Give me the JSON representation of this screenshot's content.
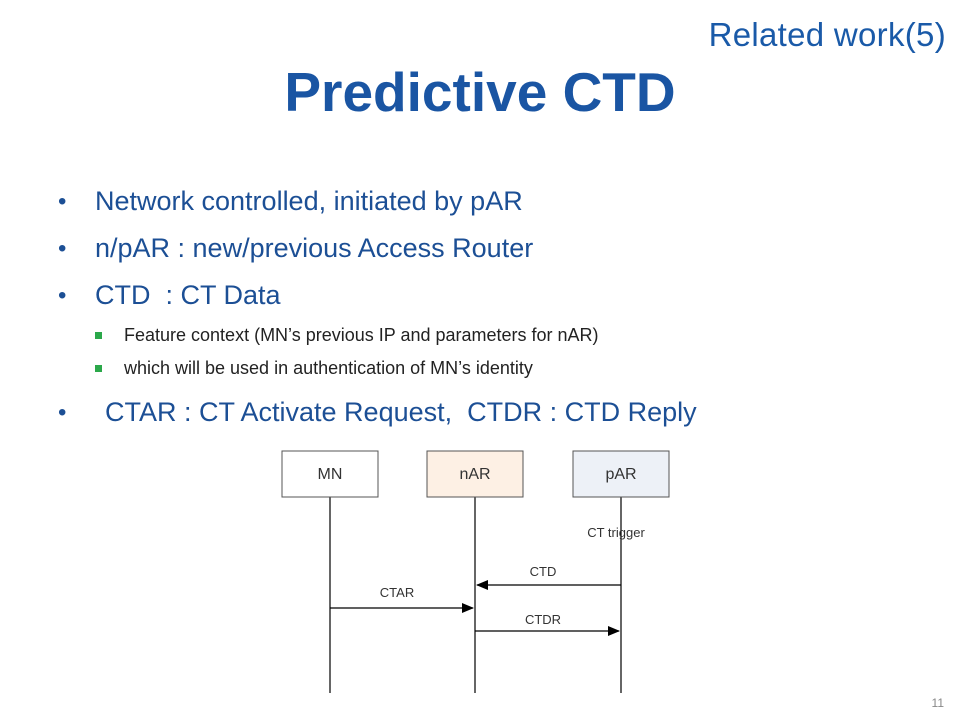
{
  "header": {
    "section": "Related work(5)",
    "title": "Predictive CTD"
  },
  "bullets": [
    "Network controlled, initiated by pAR",
    "n/pAR : new/previous Access Router",
    "CTD  : CT Data"
  ],
  "sub_bullets": [
    "Feature context (MN’s previous IP and parameters for nAR)",
    "which will be used in authentication of MN’s identity"
  ],
  "last_bullet": "CTAR : CT Activate Request,  CTDR : CTD Reply",
  "diagram": {
    "nodes": {
      "mn": "MN",
      "nar": "nAR",
      "par": "pAR"
    },
    "node_colors": {
      "mn": "#ffffff",
      "nar": "#fdf0e4",
      "par": "#edf1f7"
    },
    "trigger": "CT trigger",
    "messages": {
      "ctd": "CTD",
      "ctar": "CTAR",
      "ctdr": "CTDR"
    }
  },
  "page_number": "11",
  "colors": {
    "heading": "#1a55a3",
    "bullet_text": "#1c4f95",
    "sub_bullet_marker": "#2ba84a"
  }
}
